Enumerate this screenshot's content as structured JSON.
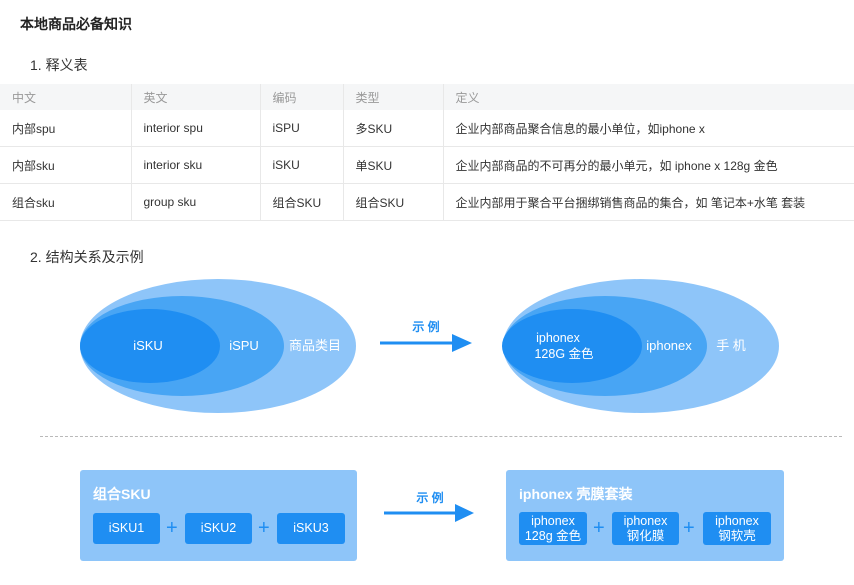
{
  "page": {
    "title": "本地商品必备知识"
  },
  "sections": {
    "glossary_heading": "1. 释义表",
    "structure_heading": "2. 结构关系及示例"
  },
  "glossary": {
    "headers": [
      "中文",
      "英文",
      "编码",
      "类型",
      "定义"
    ],
    "rows": [
      [
        "内部spu",
        "interior spu",
        "iSPU",
        "多SKU",
        "企业内部商品聚合信息的最小单位，如iphone x"
      ],
      [
        "内部sku",
        "interior sku",
        "iSKU",
        "单SKU",
        "企业内部商品的不可再分的最小单元，如 iphone x 128g 金色"
      ],
      [
        "组合sku",
        "group sku",
        "组合SKU",
        "组合SKU",
        "企业内部用于聚合平台捆绑销售商品的集合，如 笔记本+水笔 套装"
      ]
    ]
  },
  "venn_left": {
    "inner": "iSKU",
    "middle": "iSPU",
    "outer": "商品类目"
  },
  "venn_right": {
    "inner_line1": "iphonex",
    "inner_line2": "128G 金色",
    "middle": "iphonex",
    "outer": "手 机"
  },
  "arrow_label": "示 例",
  "combo_left": {
    "title": "组合SKU",
    "items": [
      "iSKU1",
      "iSKU2",
      "iSKU3"
    ]
  },
  "combo_right": {
    "title": "iphonex 壳膜套装",
    "items": [
      {
        "line1": "iphonex",
        "line2": "128g 金色"
      },
      {
        "line1": "iphonex",
        "line2": "钢化膜"
      },
      {
        "line1": "iphonex",
        "line2": "钢软壳"
      }
    ]
  },
  "plus_sign": "+",
  "colors": {
    "outer": "#8ec5f9",
    "middle": "#48a5f4",
    "inner": "#1f8ef2",
    "arrow": "#1f8ef2"
  }
}
